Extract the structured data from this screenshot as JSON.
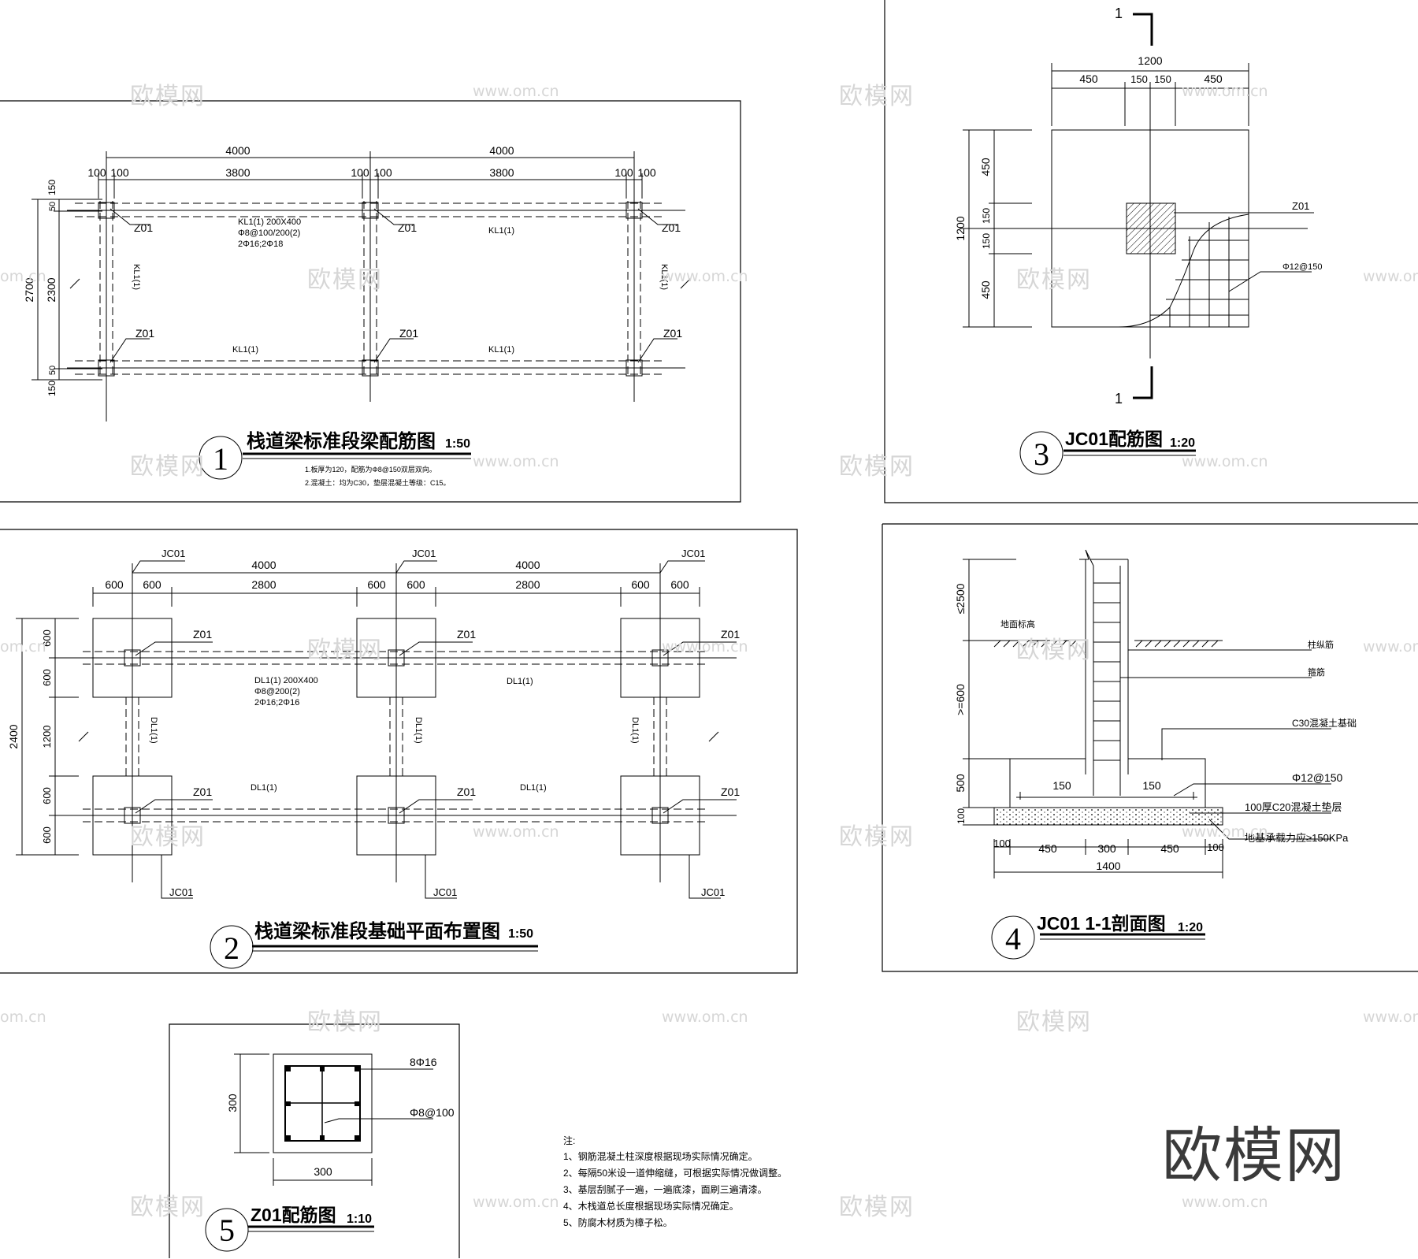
{
  "watermark": {
    "brand_cn": "欧模网",
    "url": "www.om.cn",
    "url_short": "om.cn"
  },
  "brand_mark": "欧模网",
  "drawing1": {
    "number": "1",
    "title": "栈道梁标准段梁配筋图",
    "scale": "1:50",
    "dims_top": [
      "4000",
      "4000"
    ],
    "dims_sub": [
      "100",
      "100",
      "3800",
      "100",
      "100",
      "3800",
      "100",
      "100"
    ],
    "dims_left": [
      "2700",
      "2300",
      "50",
      "150",
      "50",
      "150"
    ],
    "col_label": "Z01",
    "beam_label": "KL1(1)",
    "beam_spec": [
      "KL1(1) 200X400",
      "Φ8@100/200(2)",
      "2Φ16;2Φ18"
    ],
    "notes": [
      "1.板厚为120，配筋为Φ8@150双层双向。",
      "2.混凝土：均为C30，垫层混凝土等级：C15。"
    ]
  },
  "drawing2": {
    "number": "2",
    "title": "栈道梁标准段基础平面布置图",
    "scale": "1:50",
    "dims_top": [
      "4000",
      "4000"
    ],
    "dims_sub": [
      "600",
      "600",
      "2800",
      "600",
      "600",
      "2800",
      "600",
      "600"
    ],
    "dims_left": [
      "2400",
      "600",
      "600",
      "1200",
      "600",
      "600"
    ],
    "found_label": "JC01",
    "col_label": "Z01",
    "beam_label": "DL1(1)",
    "beam_spec": [
      "DL1(1) 200X400",
      "Φ8@200(2)",
      "2Φ16;2Φ16"
    ]
  },
  "drawing3": {
    "number": "3",
    "title": "JC01配筋图",
    "scale": "1:20",
    "section_mark": "1",
    "dims_top": [
      "1200",
      "450",
      "150",
      "150",
      "450"
    ],
    "dims_left": [
      "1200",
      "450",
      "150",
      "150",
      "450"
    ],
    "col_label": "Z01",
    "rebar_label": "Φ12@150"
  },
  "drawing4": {
    "number": "4",
    "title": "JC01 1-1剖面图",
    "scale": "1:20",
    "dims_left": [
      "≤2500",
      ">=600",
      "500",
      "100"
    ],
    "dims_bottom": [
      "100",
      "450",
      "300",
      "450",
      "100",
      "1400"
    ],
    "inner_dims": [
      "150",
      "150"
    ],
    "ground_label": "地面标高",
    "labels": [
      "柱纵筋",
      "箍筋",
      "C30混凝土基础",
      "Φ12@150",
      "100厚C20混凝土垫层",
      "地基承载力应≥150KPa"
    ]
  },
  "drawing5": {
    "number": "5",
    "title": "Z01配筋图",
    "scale": "1:10",
    "dim_w": "300",
    "dim_h": "300",
    "labels": [
      "8Φ16",
      "Φ8@100"
    ]
  },
  "notes": {
    "heading": "注:",
    "items": [
      "1、钢筋混凝土柱深度根据现场实际情况确定。",
      "2、每隔50米设一道伸缩缝，可根据实际情况做调整。",
      "3、基层刮腻子一遍，一遍底漆，面刷三遍清漆。",
      "4、木栈道总长度根据现场实际情况确定。",
      "5、防腐木材质为樟子松。"
    ]
  }
}
